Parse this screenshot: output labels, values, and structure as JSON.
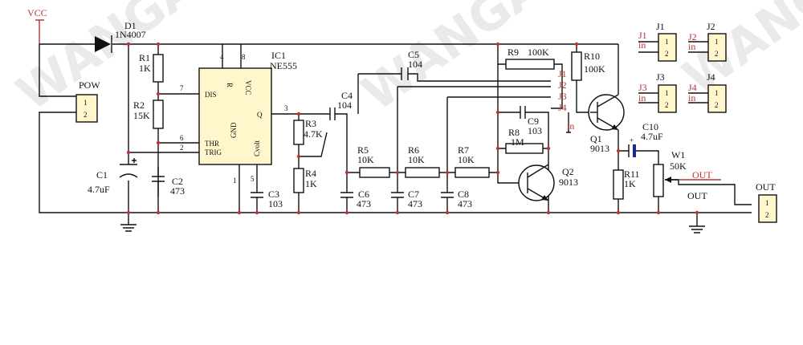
{
  "watermark": "WANGA",
  "vcc": "VCC",
  "pow": {
    "title": "POW",
    "pin1": "1",
    "pin2": "2"
  },
  "diode": {
    "ref": "D1",
    "value": "1N4007"
  },
  "ic": {
    "ref": "IC1",
    "value": "NE555",
    "dis": "DIS",
    "thr": "THR",
    "trig": "TRIG",
    "r": "R",
    "vcc": "VCC",
    "q": "Q",
    "gnd": "GND",
    "cvolt": "Cvolt",
    "pin1": "1",
    "pin2": "2",
    "pin3": "3",
    "pin4": "4",
    "pin5": "5",
    "pin6": "6",
    "pin7": "7",
    "pin8": "8"
  },
  "resistors": {
    "r1": {
      "ref": "R1",
      "value": "1K"
    },
    "r2": {
      "ref": "R2",
      "value": "15K"
    },
    "r3": {
      "ref": "R3",
      "value": "4.7K"
    },
    "r4": {
      "ref": "R4",
      "value": "1K"
    },
    "r5": {
      "ref": "R5",
      "value": "10K"
    },
    "r6": {
      "ref": "R6",
      "value": "10K"
    },
    "r7": {
      "ref": "R7",
      "value": "10K"
    },
    "r8": {
      "ref": "R8",
      "value": "1M"
    },
    "r9": {
      "ref": "R9",
      "value": "100K"
    },
    "r10": {
      "ref": "R10",
      "value": "100K"
    },
    "r11": {
      "ref": "R11",
      "value": "1K"
    }
  },
  "capacitors": {
    "c1": {
      "ref": "C1",
      "value": "4.7uF"
    },
    "c2": {
      "ref": "C2",
      "value": "473"
    },
    "c3": {
      "ref": "C3",
      "value": "103"
    },
    "c4": {
      "ref": "C4",
      "value": "104"
    },
    "c5": {
      "ref": "C5",
      "value": "104"
    },
    "c6": {
      "ref": "C6",
      "value": "473"
    },
    "c7": {
      "ref": "C7",
      "value": "473"
    },
    "c8": {
      "ref": "C8",
      "value": "473"
    },
    "c9": {
      "ref": "C9",
      "value": "103"
    },
    "c10": {
      "ref": "C10",
      "value": "4.7uF"
    }
  },
  "transistors": {
    "q1": {
      "ref": "Q1",
      "value": "9013"
    },
    "q2": {
      "ref": "Q2",
      "value": "9013"
    }
  },
  "pot": {
    "ref": "W1",
    "value": "50K"
  },
  "nets": {
    "j1": "J1",
    "j2": "J2",
    "j3": "J3",
    "j4": "J4",
    "in": "in",
    "out": "OUT"
  },
  "headers": [
    {
      "title": "J1",
      "label": "J1",
      "sub": "in"
    },
    {
      "title": "J2",
      "label": "J2",
      "sub": "in"
    },
    {
      "title": "J3",
      "label": "J3",
      "sub": "in"
    },
    {
      "title": "J4",
      "label": "J4",
      "sub": "in"
    }
  ],
  "pin1": "1",
  "pin2": "2",
  "out_connector": {
    "title": "OUT",
    "pin1": "1",
    "pin2": "2"
  },
  "out_label": "OUT"
}
